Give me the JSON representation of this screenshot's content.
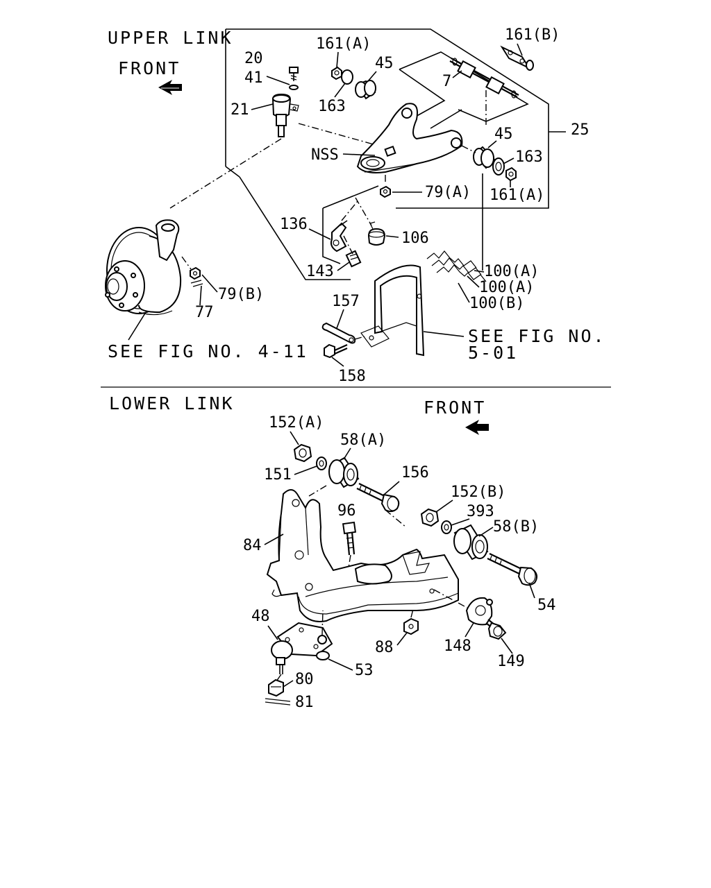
{
  "sections": {
    "upper_title": "UPPER LINK",
    "lower_title": "LOWER LINK"
  },
  "front_labels": {
    "upper": "FRONT",
    "lower": "FRONT"
  },
  "references": {
    "fig_4_11": "SEE FIG NO. 4-11",
    "fig_5_01_line1": "SEE FIG NO.",
    "fig_5_01_line2": "5-01"
  },
  "upper_parts": {
    "p20": "20",
    "p41": "41",
    "p21": "21",
    "p161a_top": "161(A)",
    "p45_top": "45",
    "p163_top": "163",
    "p161b": "161(B)",
    "p7": "7",
    "p25": "25",
    "pnss": "NSS",
    "p45_right": "45",
    "p163_right": "163",
    "p161a_right": "161(A)",
    "p79a": "79(A)",
    "p136": "136",
    "p106": "106",
    "p143": "143",
    "p100a_1": "100(A)",
    "p100a_2": "100(A)",
    "p100b": "100(B)",
    "p79b": "79(B)",
    "p77": "77",
    "p157": "157",
    "p158": "158"
  },
  "lower_parts": {
    "p152a": "152(A)",
    "p58a": "58(A)",
    "p151": "151",
    "p156": "156",
    "p152b": "152(B)",
    "p393": "393",
    "p58b": "58(B)",
    "p96": "96",
    "p84": "84",
    "p54": "54",
    "p48": "48",
    "p88": "88",
    "p148": "148",
    "p149": "149",
    "p80": "80",
    "p53": "53",
    "p81": "81"
  }
}
